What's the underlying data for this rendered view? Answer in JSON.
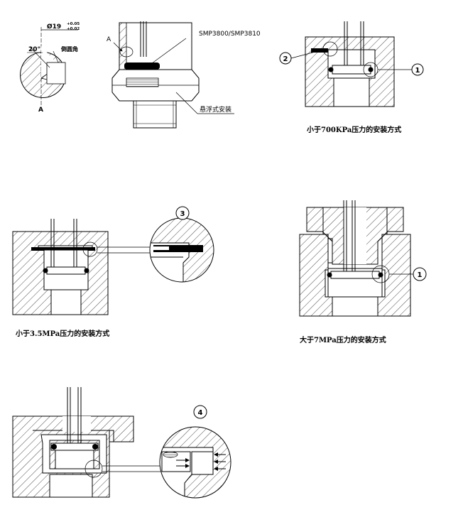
{
  "detail_a": {
    "diameter_label": "Ø19",
    "tolerance_upper": "+0.05",
    "tolerance_lower": "+0.02",
    "angle_label": "20°",
    "chamfer_label": "倒圆角",
    "view_letter": "A"
  },
  "assembly": {
    "view_marker": "A",
    "part_label": "SMP3800/SMP3810",
    "mount_label": "悬浮式安装"
  },
  "sections": [
    {
      "caption": "小于700KPa压力的安装方式",
      "callouts": [
        "2",
        "1"
      ]
    },
    {
      "caption": "小于3.5MPa压力的安装方式",
      "callouts": [
        "3"
      ]
    },
    {
      "caption": "大于7MPa压力的安装方式",
      "callouts": [
        "1"
      ]
    },
    {
      "caption": "",
      "callouts": [
        "4"
      ]
    }
  ],
  "colors": {
    "line": "#000000",
    "hatch": "#000000",
    "background": "#ffffff"
  }
}
